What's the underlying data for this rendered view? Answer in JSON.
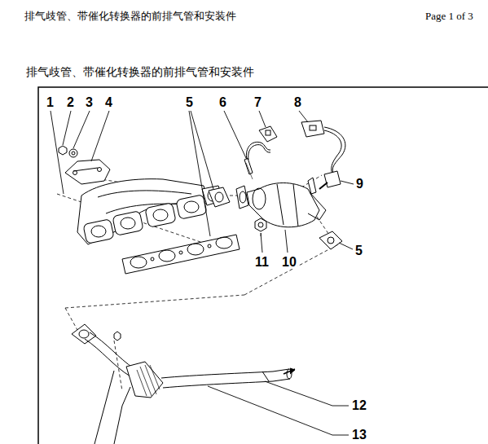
{
  "diagram": {
    "title": "排气歧管、带催化转换器的前排气管和安装件",
    "labels": [
      "排气歧管、带催化转换器的前排气管和安装件",
      "Page 1 of 3",
      "1",
      "2",
      "3",
      "4",
      "5",
      "6",
      "7",
      "8",
      "9",
      "5",
      "11",
      "10",
      "12",
      "13"
    ]
  }
}
